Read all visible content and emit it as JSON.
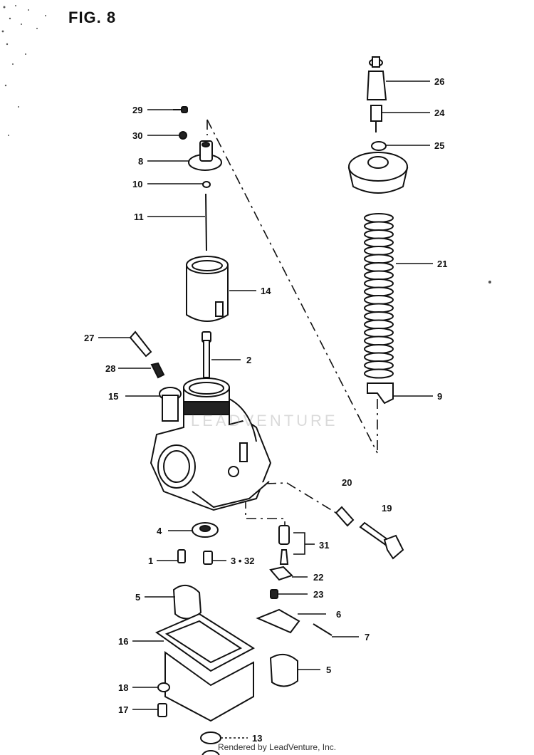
{
  "figure": {
    "title": "FIG. 8"
  },
  "watermark": {
    "text": "LEADVENTURE"
  },
  "footer": {
    "text": "Rendered by LeadVenture, Inc."
  },
  "callouts": {
    "c29": "29",
    "c30": "30",
    "c8": "8",
    "c10": "10",
    "c11": "11",
    "c14": "14",
    "c27": "27",
    "c2": "2",
    "c28": "28",
    "c15": "15",
    "c26": "26",
    "c24": "24",
    "c25": "25",
    "c21": "21",
    "c9": "9",
    "c20": "20",
    "c19": "19",
    "c4": "4",
    "c31": "31",
    "c1": "1",
    "c3_32": "3 • 32",
    "c22": "22",
    "c23": "23",
    "c5a": "5",
    "c6": "6",
    "c7": "7",
    "c16": "16",
    "c5b": "5",
    "c18": "18",
    "c17": "17",
    "c13": "13"
  }
}
